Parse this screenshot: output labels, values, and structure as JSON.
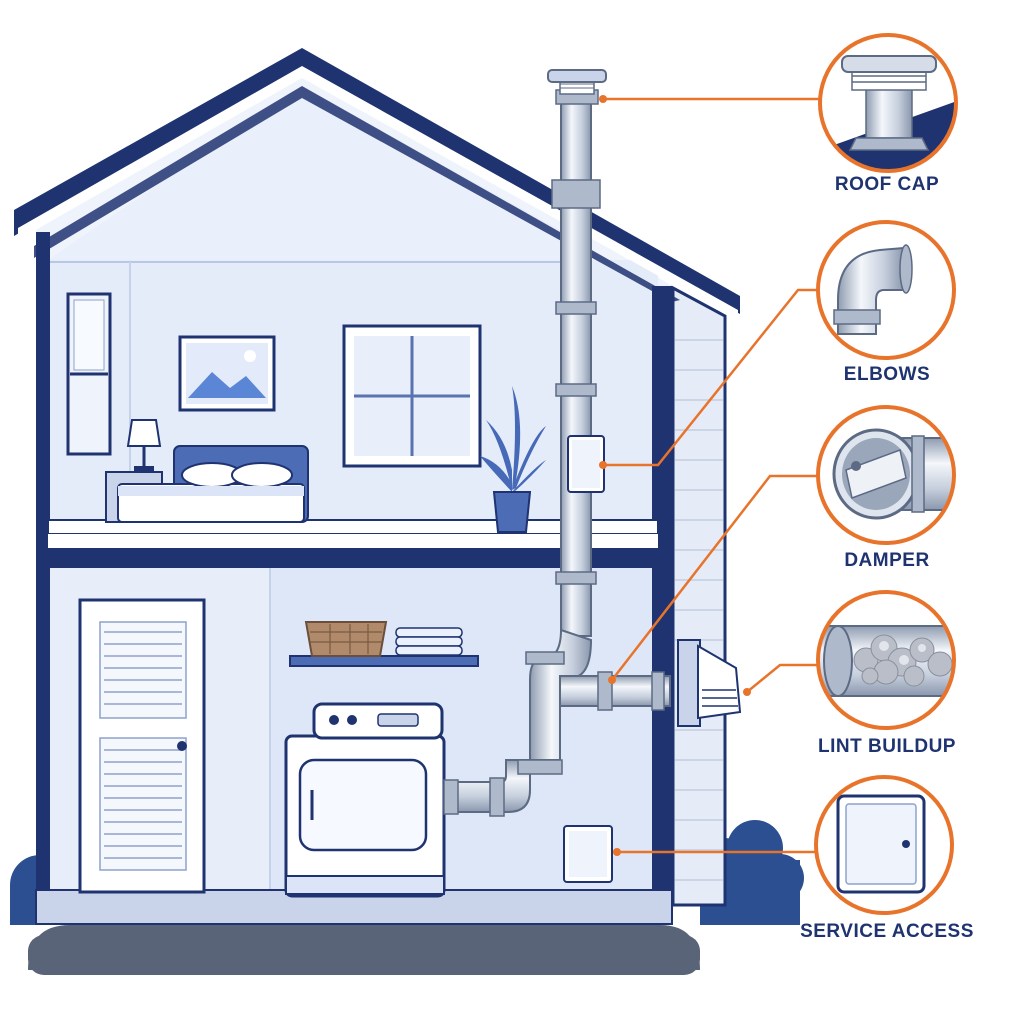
{
  "callouts": {
    "roof_cap": {
      "label": "ROOF CAP",
      "icon": "roof-cap-icon"
    },
    "elbows": {
      "label": "ELBOWS",
      "icon": "elbow-pipe-icon"
    },
    "damper": {
      "label": "DAMPER",
      "icon": "damper-icon"
    },
    "lint_buildup": {
      "label": "LINT BUILDUP",
      "icon": "lint-duct-icon"
    },
    "service_access": {
      "label": "SERVICE ACCESS",
      "icon": "access-panel-icon"
    }
  },
  "colors": {
    "navy": "#1e3370",
    "accent_orange": "#e8742c",
    "wall_light": "#eaf1fc",
    "wall_mid": "#dbe6f8",
    "duct_silver": "#cdd6e3",
    "ground": "#5a6478"
  }
}
